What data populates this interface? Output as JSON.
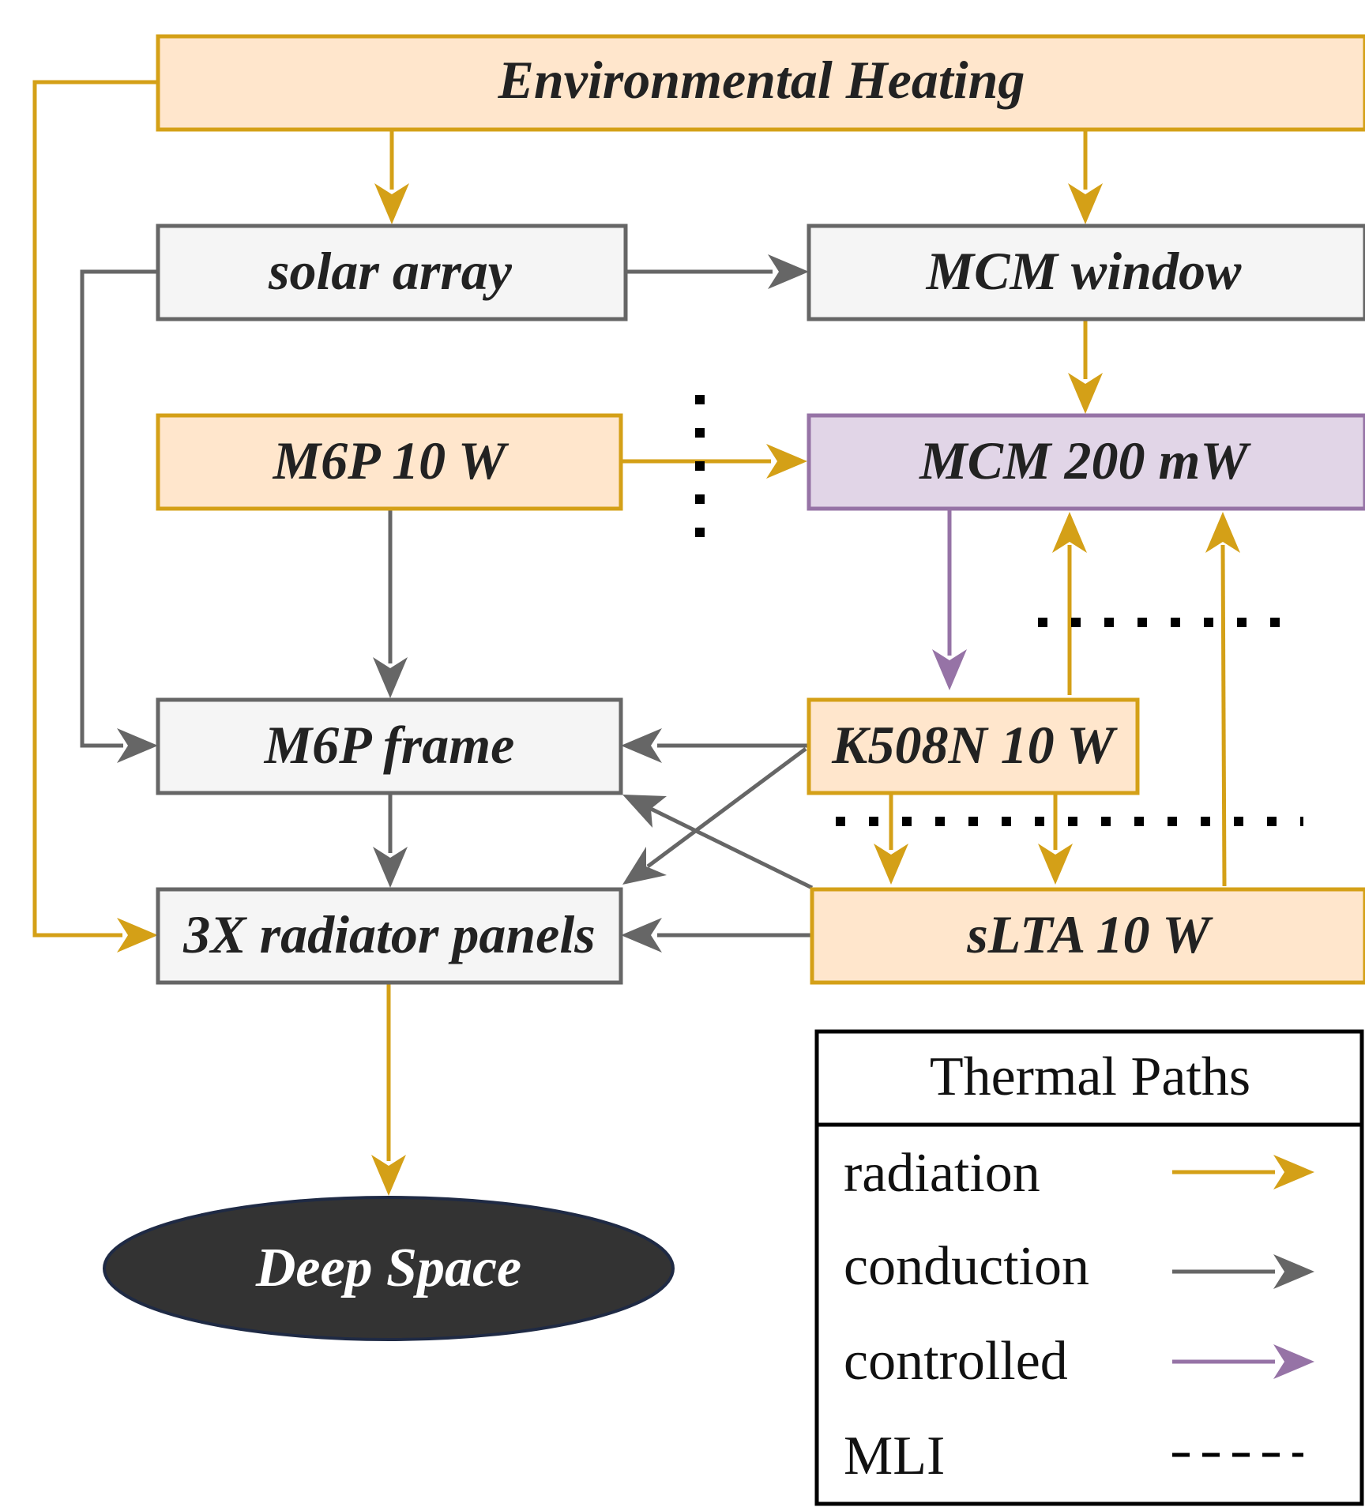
{
  "colors": {
    "radiation": "#D4A017",
    "conduction": "#666666",
    "controlled": "#9673A6",
    "mli": "#000000",
    "orange_fill": "#FFE6CC",
    "gray_fill": "#F5F5F5",
    "purple_fill": "#E1D5E7",
    "deep_space_fill": "#333333"
  },
  "nodes": {
    "environmental_heating": "Environmental Heating",
    "solar_array": "solar array",
    "mcm_window": "MCM window",
    "m6p_10w": "M6P 10 W",
    "mcm_200mw": "MCM 200 mW",
    "m6p_frame": "M6P frame",
    "k508n_10w": "K508N 10 W",
    "radiator_panels": "3X radiator panels",
    "slta_10w": "sLTA 10 W",
    "deep_space": "Deep Space"
  },
  "legend": {
    "title": "Thermal Paths",
    "items": [
      {
        "label": "radiation",
        "style": "radiation"
      },
      {
        "label": "conduction",
        "style": "conduction"
      },
      {
        "label": "controlled",
        "style": "controlled"
      },
      {
        "label": "MLI",
        "style": "mli"
      }
    ]
  }
}
